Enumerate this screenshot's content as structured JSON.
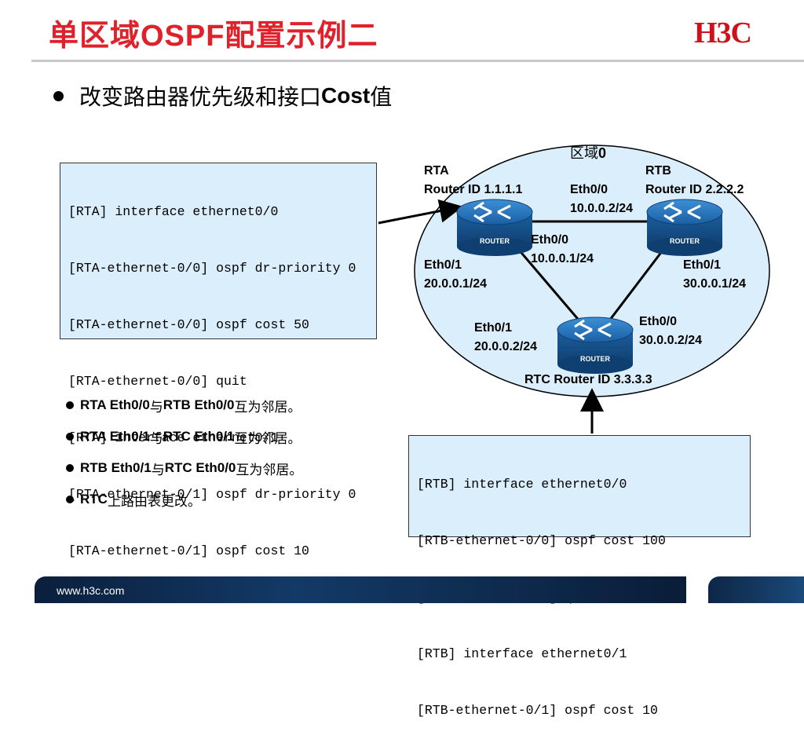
{
  "header": {
    "title": "单区域OSPF配置示例二",
    "logo": "H3C"
  },
  "headline": {
    "text_pre": "改变路由器优先级和接口",
    "text_bold": "Cost",
    "text_post": "值"
  },
  "config_rta": [
    "[RTA] interface ethernet0/0",
    "[RTA-ethernet-0/0] ospf dr-priority 0",
    "[RTA-ethernet-0/0] ospf cost 50",
    "[RTA-ethernet-0/0] quit",
    "[RTA] interface ethernet0/1",
    "[RTA-ethernet-0/1] ospf dr-priority 0",
    "[RTA-ethernet-0/1] ospf cost 10"
  ],
  "config_rtb": [
    "[RTB] interface ethernet0/0",
    "[RTB-ethernet-0/0] ospf cost 100",
    "[RTB-ethernet-0/0] quit",
    "[RTB] interface ethernet0/1",
    "[RTB-ethernet-0/1] ospf cost 10"
  ],
  "diagram": {
    "area_label_pre": "区域",
    "area_label_num": "0",
    "router_badge": "ROUTER",
    "rta_name": "RTA",
    "rta_id": "Router ID 1.1.1.1",
    "rtb_name": "RTB",
    "rtb_id": "Router ID 2.2.2.2",
    "rtc_label": "RTC Router ID 3.3.3.3",
    "rtb_eth00_name": "Eth0/0",
    "rtb_eth00_ip": "10.0.0.2/24",
    "rta_eth00_name": "Eth0/0",
    "rta_eth00_ip": "10.0.0.1/24",
    "rta_eth01_name": "Eth0/1",
    "rta_eth01_ip": "20.0.0.1/24",
    "rtb_eth01_name": "Eth0/1",
    "rtb_eth01_ip": "30.0.0.1/24",
    "rtc_eth01_name": "Eth0/1",
    "rtc_eth01_ip": "20.0.0.2/24",
    "rtc_eth00_name": "Eth0/0",
    "rtc_eth00_ip": "30.0.0.2/24"
  },
  "bullets": [
    {
      "b1": "RTA Eth0/0",
      "t1": "与",
      "b2": "RTB Eth0/0",
      "t2": "互为邻居。"
    },
    {
      "b1": "RTA Eth0/1",
      "t1": "与",
      "b2": "RTC Eth0/1",
      "t2": "互为邻居。"
    },
    {
      "b1": "RTB Eth0/1",
      "t1": "与",
      "b2": "RTC Eth0/0",
      "t2": "互为邻居。"
    },
    {
      "b1": "RTC",
      "t1": "上路由表更改。",
      "b2": "",
      "t2": ""
    }
  ],
  "footer": {
    "url": "www.h3c.com"
  },
  "colors": {
    "title_red": "#e0202a",
    "router_blue": "#1f6fb8",
    "area_fill": "#dbeefb",
    "code_fill": "#dbeefb"
  }
}
